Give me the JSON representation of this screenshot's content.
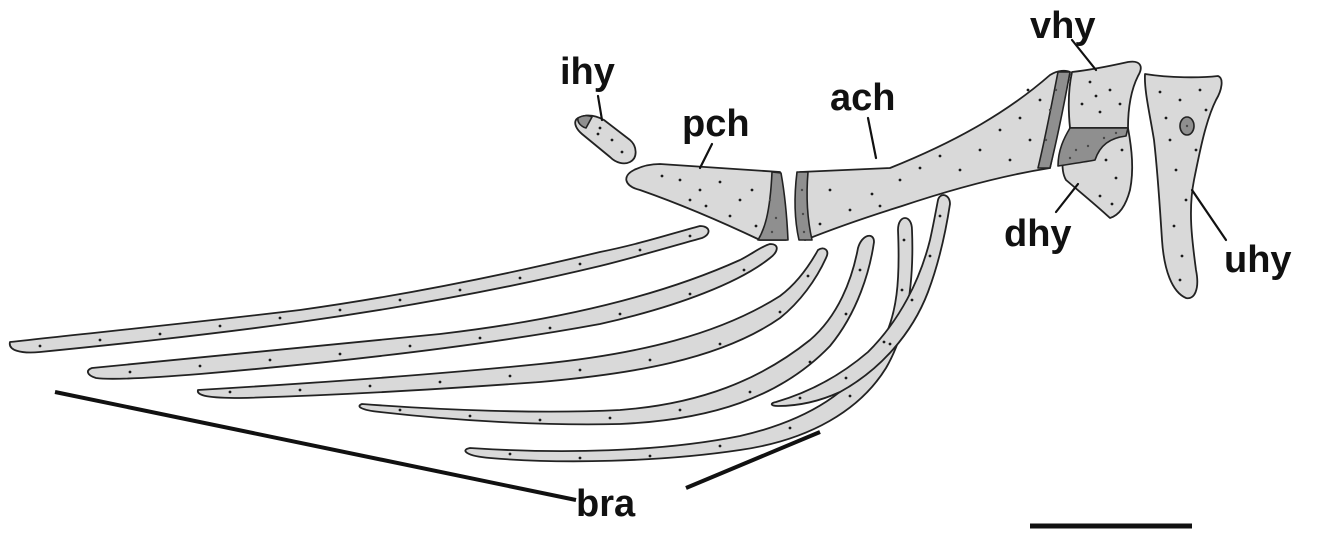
{
  "labels": {
    "ihy": "ihy",
    "pch": "pch",
    "ach": "ach",
    "vhy": "vhy",
    "dhy": "dhy",
    "uhy": "uhy",
    "bra": "bra"
  },
  "colors": {
    "bone_fill": "#d9d9d9",
    "cartilage_fill": "#8f8f8f",
    "outline": "#222222",
    "background": "#ffffff"
  }
}
